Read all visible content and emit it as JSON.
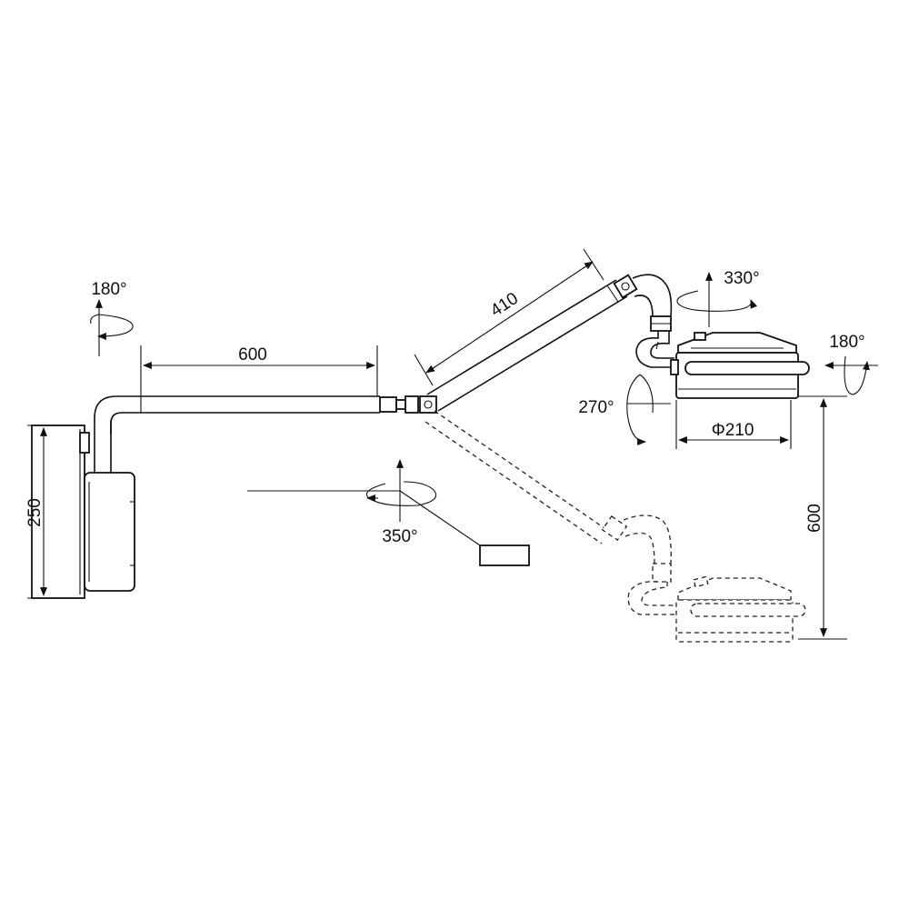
{
  "labels": {
    "rot_wall": "180°",
    "dim_arm1": "600",
    "dim_wall_height": "250",
    "dim_arm2": "410",
    "rot_head_top": "330°",
    "rot_head_side": "180°",
    "rot_head_tilt": "270°",
    "dim_head_diameter": "Φ210",
    "dim_drop": "600",
    "rot_arm": "350°"
  },
  "colors": {
    "line": "#111111",
    "background": "#ffffff"
  }
}
